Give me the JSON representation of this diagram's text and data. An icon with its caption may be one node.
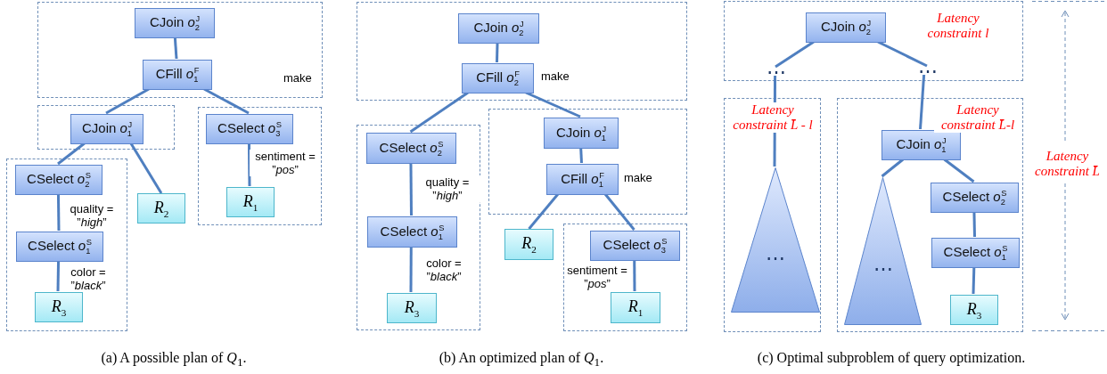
{
  "diagram": {
    "nodes": [
      {
        "text": [],
        "shape": "box"
      },
      {
        "text": [
          "CJoin *o*$_{2}$$^{J}$"
        ],
        "in": 0
      },
      {
        "text": [
          "CFill *o*$_{1}$$^{F}$"
        ],
        "in": 0
      },
      {
        "text": [],
        "shape": "box"
      },
      {
        "text": [
          "CJoin *o*$_{1}$$^{J}$"
        ],
        "in": 3
      },
      {
        "text": [],
        "shape": "box"
      },
      {
        "text": [
          "CSelect *o*$_{3}$$^{S}$"
        ],
        "in": 5
      },
      {
        "text": [
          "*R*$_{1}$"
        ],
        "in": 5
      },
      {
        "text": [],
        "shape": "box"
      },
      {
        "text": [
          "CSelect *o*$_{2}$$^{S}$"
        ],
        "in": 8
      },
      {
        "text": [
          "CSelect *o*$_{1}$$^{S}$"
        ],
        "in": 8
      },
      {
        "text": [
          "*R*$_{3}$"
        ],
        "in": 8
      },
      {
        "text": [
          "*R*$_{2}$"
        ]
      },
      {
        "text": [],
        "shape": "box"
      },
      {
        "text": [
          "CJoin *o*$_{2}$$^{J}$"
        ],
        "in": 13
      },
      {
        "text": [
          "CFill *o*$_{2}$$^{F}$"
        ],
        "in": 13,
        "beside": [
          "make"
        ]
      },
      {
        "text": [],
        "shape": "box"
      },
      {
        "text": [
          "CSelect *o*$_{2}$$^{S}$"
        ],
        "in": 16
      },
      {
        "text": [
          "CSelect *o*$_{1}$$^{S}$"
        ],
        "in": 16
      },
      {
        "text": [
          "*R*$_{3}$"
        ],
        "in": 16
      },
      {
        "text": [],
        "shape": "box"
      },
      {
        "text": [
          "CJoin *o*$_{1}$$^{J}$"
        ],
        "in": 20
      },
      {
        "text": [
          "CFill *o*$_{1}$$^{F}$"
        ],
        "in": 20,
        "beside": [
          "make"
        ]
      },
      {
        "text": [
          "*R*$_{2}$"
        ]
      },
      {
        "text": [],
        "shape": "box"
      },
      {
        "text": [
          "CSelect *o*$_{3}$$^{S}$"
        ],
        "in": 24
      },
      {
        "text": [
          "*R*$_{1}$"
        ],
        "in": 24
      },
      {
        "text": [
          "Latency constraint l"
        ]
      },
      {
        "text": [
          "CJoin *o*$_{2}$$^{J}$"
        ],
        "in": 27
      },
      {
        "text": [
          "⋯"
        ],
        "in": 27
      },
      {
        "text": [
          "⋯"
        ],
        "in": 27
      },
      {
        "text": [
          "Latency constraint L̄ - l"
        ]
      },
      {
        "text": [
          "⋯"
        ],
        "in": 31
      },
      {
        "text": [
          "Latency constraint L̄-l"
        ]
      },
      {
        "text": [
          "CJoin *o*$_{1}$$^{J}$"
        ],
        "in": 33
      },
      {
        "text": [
          "⋯"
        ],
        "in": 33
      },
      {
        "text": [
          "CSelect *o*$_{2}$$^{S}$"
        ],
        "in": 33
      },
      {
        "text": [
          "CSelect *o*$_{1}$$^{S}$"
        ],
        "in": 33
      },
      {
        "text": [
          "*R*$_{3}$"
        ],
        "in": 33
      }
    ],
    "edges": [
      {
        "from": 1,
        "to": 2,
        "arrow": "none"
      },
      {
        "from": 2,
        "to": 4,
        "arrow": "none"
      },
      {
        "from": 2,
        "to": 6,
        "arrow": "none"
      },
      {
        "from": 4,
        "to": 9,
        "arrow": "none"
      },
      {
        "from": 4,
        "to": 12,
        "arrow": "none"
      },
      {
        "from": 9,
        "to": 10,
        "arrow": "none",
        "label": "quality = ”*high*”"
      },
      {
        "from": 10,
        "to": 11,
        "arrow": "none",
        "label": "color = ”*black*”"
      },
      {
        "from": 6,
        "to": 7,
        "arrow": "none",
        "label": "sentiment = ”*pos*”"
      },
      {
        "from": 14,
        "to": 15,
        "arrow": "none"
      },
      {
        "from": 15,
        "to": 17,
        "arrow": "none"
      },
      {
        "from": 15,
        "to": 21,
        "arrow": "none"
      },
      {
        "from": 17,
        "to": 18,
        "arrow": "none",
        "label": "quality = ”*high*”"
      },
      {
        "from": 18,
        "to": 19,
        "arrow": "none",
        "label": "color = ”*black*”"
      },
      {
        "from": 21,
        "to": 22,
        "arrow": "none"
      },
      {
        "from": 22,
        "to": 23,
        "arrow": "none"
      },
      {
        "from": 22,
        "to": 25,
        "arrow": "none"
      },
      {
        "from": 25,
        "to": 26,
        "arrow": "none",
        "label": "sentiment = ”*pos*”"
      },
      {
        "from": 28,
        "to": 29,
        "arrow": "none"
      },
      {
        "from": 28,
        "to": 30,
        "arrow": "none"
      },
      {
        "from": 29,
        "to": 32,
        "arrow": "none"
      },
      {
        "from": 30,
        "to": 34,
        "arrow": "none"
      },
      {
        "from": 34,
        "to": 35,
        "arrow": "none"
      },
      {
        "from": 34,
        "to": 36,
        "arrow": "none"
      },
      {
        "from": 36,
        "to": 37,
        "arrow": "none"
      },
      {
        "from": 37,
        "to": 38,
        "arrow": "none"
      }
    ],
    "labels": [
      "make",
      "Latency constraint L̄",
      "(a) A possible plan of *Q*$_{1}$.",
      "(b) An optimized plan of *Q*$_{1}$.",
      "(c) Optimal subproblem of query optimization."
    ]
  }
}
